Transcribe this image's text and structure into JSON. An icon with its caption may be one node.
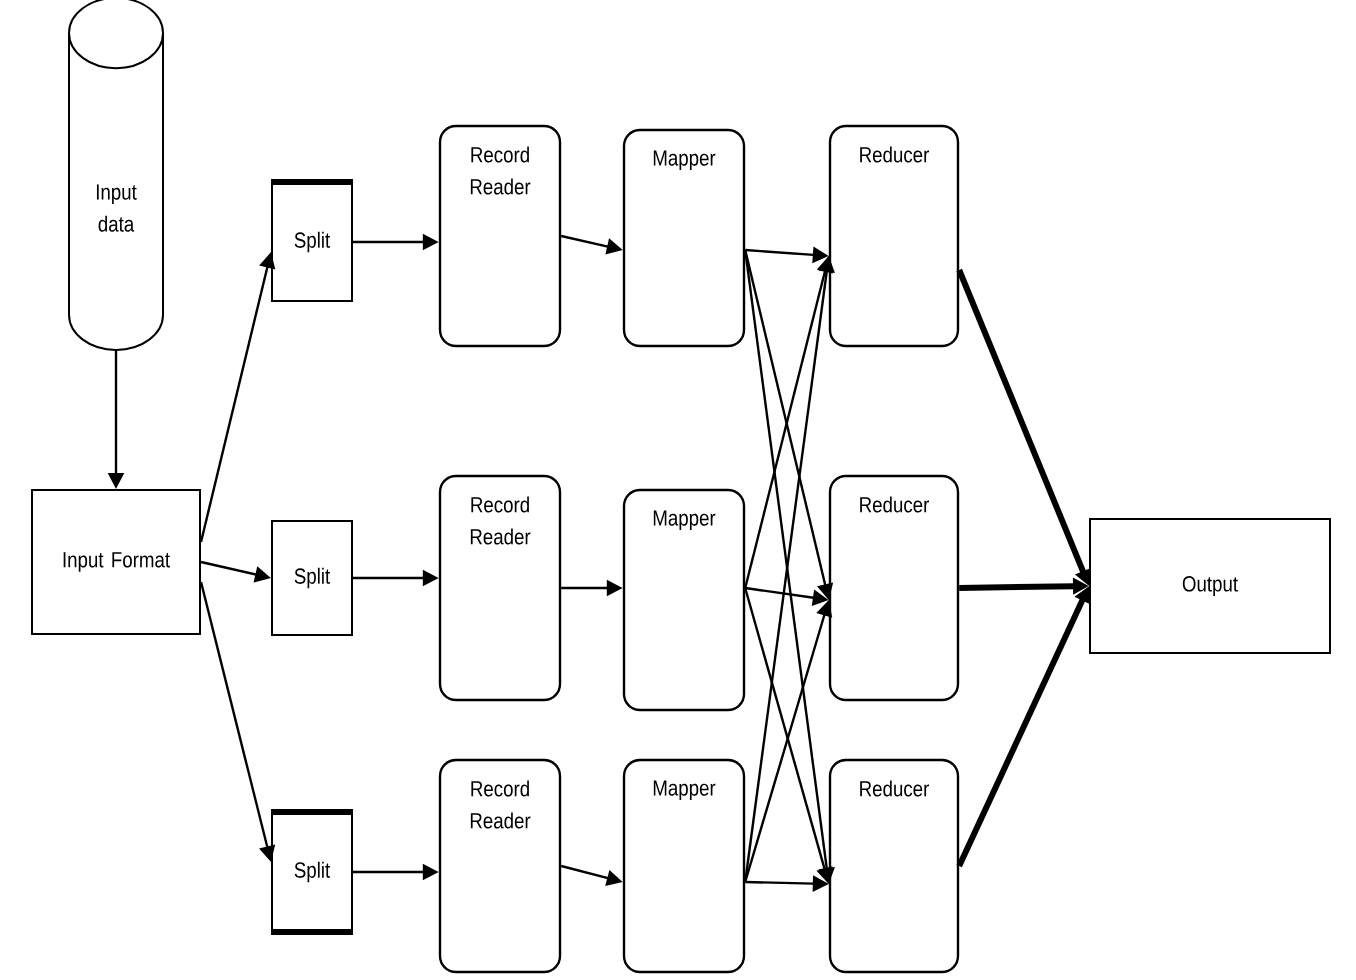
{
  "diagram": {
    "nodes": [
      {
        "text": [
          "Input data"
        ]
      },
      {
        "text": [
          "Input Format"
        ]
      },
      {
        "text": [
          "Split"
        ]
      },
      {
        "text": [
          "Split"
        ]
      },
      {
        "text": [
          "Split"
        ]
      },
      {
        "text": [
          "Record Reader"
        ]
      },
      {
        "text": [
          "Record Reader"
        ]
      },
      {
        "text": [
          "Record Reader"
        ]
      },
      {
        "text": [
          "Mapper"
        ]
      },
      {
        "text": [
          "Mapper"
        ]
      },
      {
        "text": [
          "Mapper"
        ]
      },
      {
        "text": [
          "Reducer"
        ]
      },
      {
        "text": [
          "Reducer"
        ]
      },
      {
        "text": [
          "Reducer"
        ]
      },
      {
        "text": [
          "Output"
        ]
      }
    ],
    "edges": [
      {
        "from": 0,
        "to": 1,
        "arrow": "to"
      },
      {
        "from": 1,
        "to": 2,
        "arrow": "to"
      },
      {
        "from": 1,
        "to": 3,
        "arrow": "to"
      },
      {
        "from": 1,
        "to": 4,
        "arrow": "to"
      },
      {
        "from": 2,
        "to": 5,
        "arrow": "to"
      },
      {
        "from": 3,
        "to": 6,
        "arrow": "to"
      },
      {
        "from": 4,
        "to": 7,
        "arrow": "to"
      },
      {
        "from": 5,
        "to": 8,
        "arrow": "to"
      },
      {
        "from": 6,
        "to": 9,
        "arrow": "to"
      },
      {
        "from": 7,
        "to": 10,
        "arrow": "to"
      },
      {
        "from": 8,
        "to": 11,
        "arrow": "to"
      },
      {
        "from": 8,
        "to": 12,
        "arrow": "to"
      },
      {
        "from": 8,
        "to": 13,
        "arrow": "to"
      },
      {
        "from": 9,
        "to": 11,
        "arrow": "to"
      },
      {
        "from": 9,
        "to": 12,
        "arrow": "to"
      },
      {
        "from": 9,
        "to": 13,
        "arrow": "to"
      },
      {
        "from": 10,
        "to": 11,
        "arrow": "to"
      },
      {
        "from": 10,
        "to": 12,
        "arrow": "to"
      },
      {
        "from": 10,
        "to": 13,
        "arrow": "to"
      },
      {
        "from": 11,
        "to": 14,
        "arrow": "to",
        "style": "thick"
      },
      {
        "from": 12,
        "to": 14,
        "arrow": "to",
        "style": "thick"
      },
      {
        "from": 13,
        "to": 14,
        "arrow": "to",
        "style": "thick"
      }
    ]
  }
}
